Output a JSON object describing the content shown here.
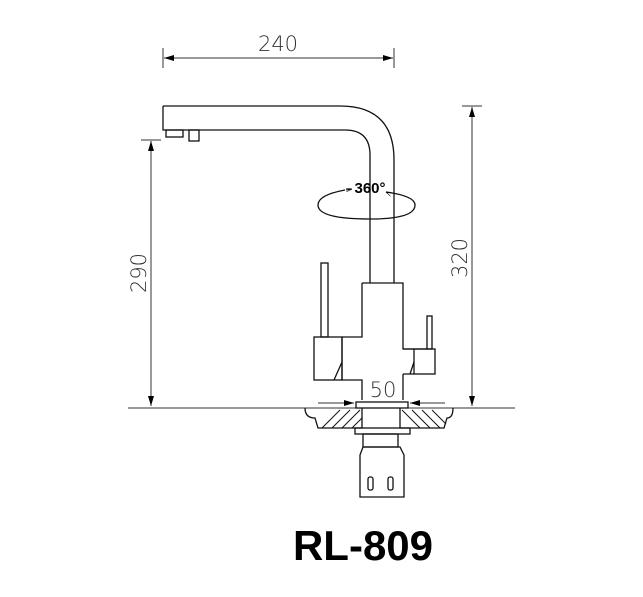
{
  "dimensions": {
    "spout_reach": "240",
    "spout_height": "290",
    "total_height": "320",
    "base_diameter": "50"
  },
  "rotation_label": "360°",
  "model": "RL-809",
  "colors": {
    "line": "#111111",
    "background": "#ffffff"
  }
}
